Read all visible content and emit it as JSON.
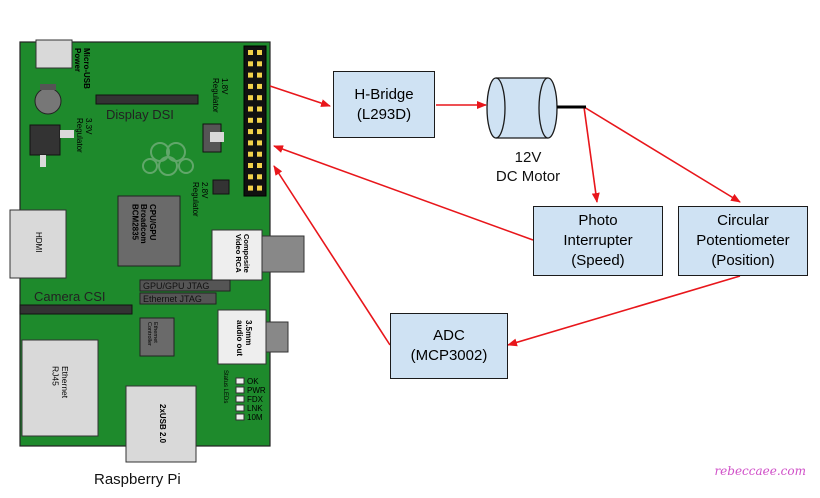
{
  "title": "",
  "board": {
    "caption": "Raspberry Pi",
    "micro_usb": "Micro-USB\nPower",
    "display": "Display DSI",
    "regulator_18": "1.8V\nRegulator",
    "regulator_33": "3.3V\nRegulator",
    "regulator_28": "2.8V\nRegulator",
    "hdmi": "HDMI",
    "cpu": "CPU/GPU\nBroadcom\nBCM2835",
    "composite": "Composite\nVideo RCA",
    "gpu_jtag": "GPU/GPU JTAG",
    "eth_jtag": "Ethernet JTAG",
    "camera": "Camera CSI",
    "eth_ctrl": "Ethernet\nController",
    "audio": "3.5mm\naudio out",
    "ethernet": "Ethernet\nRJ45",
    "usb": "2xUSB 2.0",
    "status": "Status LEDs",
    "leds": [
      "OK",
      "PWR",
      "FDX",
      "LNK",
      "10M"
    ]
  },
  "blocks": {
    "hbridge": "H-Bridge\n(L293D)",
    "motor": "12V\nDC Motor",
    "photo": "Photo\nInterrupter\n(Speed)",
    "pot": "Circular\nPotentiometer\n(Position)",
    "adc": "ADC\n(MCP3002)"
  },
  "watermark": "rebeccaee.com",
  "colors": {
    "board": "#1e8a2c",
    "box": "#cfe2f3",
    "arrow": "#e8161b"
  }
}
